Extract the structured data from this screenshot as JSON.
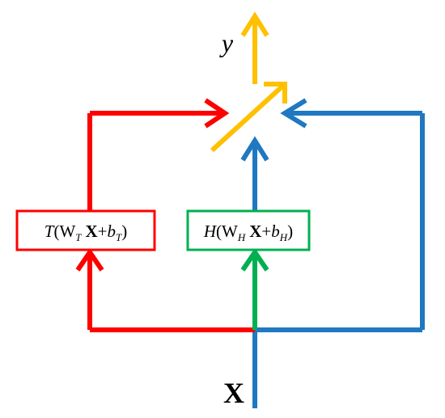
{
  "labels": {
    "output": "y",
    "input": "X"
  },
  "boxes": {
    "transform": {
      "fn": "T",
      "open": "(",
      "weight": "W",
      "weight_sub": "T",
      "input": "X",
      "plus": "+",
      "bias": "b",
      "bias_sub": "T",
      "close": ")"
    },
    "hidden": {
      "fn": "H",
      "open": "(",
      "weight": "W",
      "weight_sub": "H",
      "input": "X",
      "plus": "+",
      "bias": "b",
      "bias_sub": "H",
      "close": ")"
    }
  },
  "colors": {
    "transform_path": "#ff0000",
    "hidden_path": "#00b050",
    "carry_path": "#1f78c1",
    "gate_output": "#ffc000",
    "text": "#000000"
  }
}
